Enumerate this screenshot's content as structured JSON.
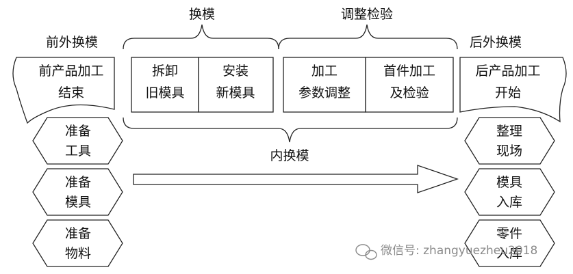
{
  "headers": {
    "pre_external": "前外换模",
    "change_mold": "换模",
    "adjust_inspect": "调整检验",
    "post_external": "后外换模"
  },
  "end_cards": {
    "left": [
      "前产品加工",
      "结束"
    ],
    "right": [
      "后产品加工",
      "开始"
    ]
  },
  "internal_steps": [
    {
      "lines": [
        "拆卸",
        "旧模具"
      ]
    },
    {
      "lines": [
        "安装",
        "新模具"
      ]
    },
    {
      "lines": [
        "加工",
        "参数调整"
      ]
    },
    {
      "lines": [
        "首件加工",
        "及检验"
      ]
    }
  ],
  "internal_label": "内换模",
  "left_tasks": [
    {
      "lines": [
        "准备",
        "工具"
      ]
    },
    {
      "lines": [
        "准备",
        "模具"
      ]
    },
    {
      "lines": [
        "准备",
        "物料"
      ]
    }
  ],
  "right_tasks": [
    {
      "lines": [
        "整理",
        "现场"
      ]
    },
    {
      "lines": [
        "模具",
        "入库"
      ]
    },
    {
      "lines": [
        "零件",
        "入库"
      ]
    }
  ],
  "watermark": "微信号: zhangyuezheu2018"
}
